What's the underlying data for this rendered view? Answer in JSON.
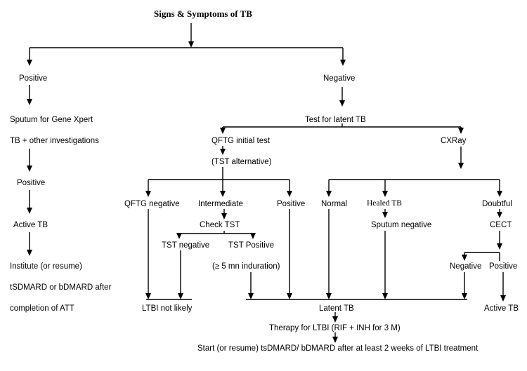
{
  "title": "Signs & Symptoms of TB",
  "left_branch": {
    "positive": "Positive",
    "sputum": "Sputum for Gene Xpert",
    "tb_other": "TB + other investigations",
    "positive2": "Positive",
    "active_tb": "Active TB",
    "institute": "Institute (or resume)",
    "tsdmard": "tSDMARD or bDMARD after",
    "completion": "completion  of ATT"
  },
  "right_branch": {
    "negative": "Negative",
    "test_latent": "Test for latent TB",
    "qftg_initial": "QFTG initial test",
    "tst_alternative": "(TST alternative)",
    "cxray": "CXRay",
    "qftg_negative": "QFTG negative",
    "intermediate": "Intermediate",
    "positive": "Positive",
    "check_tst": "Check TST",
    "tst_negative": "TST negative",
    "tst_positive": "TST Positive",
    "induration": "(≥ 5 mn induration)",
    "ltbi_not_likely": "LTBI not likely",
    "normal": "Normal",
    "healed_tb": "Healed TB",
    "sputum_negative": "Sputum negative",
    "doubtful": "Doubtful",
    "cect": "CECT",
    "negative2": "Negative",
    "positive2": "Positive",
    "active_tb": "Active TB",
    "latent_tb": "Latent TB",
    "therapy": "Therapy for LTBI (RIF + INH for 3 M)",
    "start": "Start (or resume) tsDMARD/ bDMARD after at least 2 weeks of LTBI treatment"
  }
}
